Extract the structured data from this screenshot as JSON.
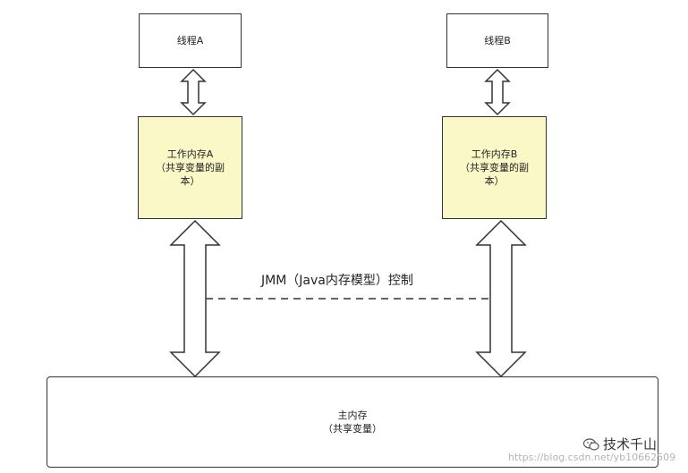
{
  "thread_a": "线程A",
  "thread_b": "线程B",
  "work_a": {
    "line1": "工作内存A",
    "line2": "（共享变量的副",
    "line3": "本）"
  },
  "work_b": {
    "line1": "工作内存B",
    "line2": "（共享变量的副",
    "line3": "本）"
  },
  "main_memory": {
    "line1": "主内存",
    "line2": "（共享变量）"
  },
  "jmm_label": "JMM（Java内存模型）控制",
  "watermark": "https://blog.csdn.net/yb10662509",
  "brand": "技术千山",
  "colors": {
    "work_fill": "#fbf8c8",
    "stroke": "#333333"
  }
}
